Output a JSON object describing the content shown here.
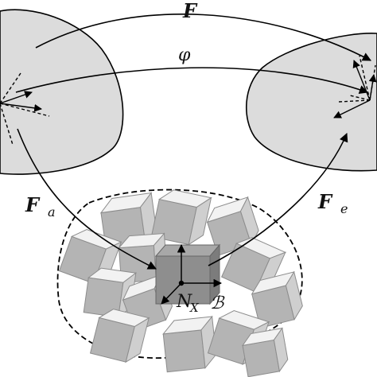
{
  "labels": {
    "F": "F",
    "phi": "φ",
    "Fa_main": "F",
    "Fa_sub": "a",
    "Fe_main": "F",
    "Fe_sub": "e",
    "N_main": "N",
    "N_sub": "X",
    "script_b": "ℬ"
  },
  "colors": {
    "body_fill": "#dcdcdc",
    "stroke": "#000000",
    "cube_top": "#f2f2f2",
    "cube_side": "#cfcfcf",
    "cube_front": "#b4b4b4",
    "center_cube": "#8a8a8a"
  }
}
